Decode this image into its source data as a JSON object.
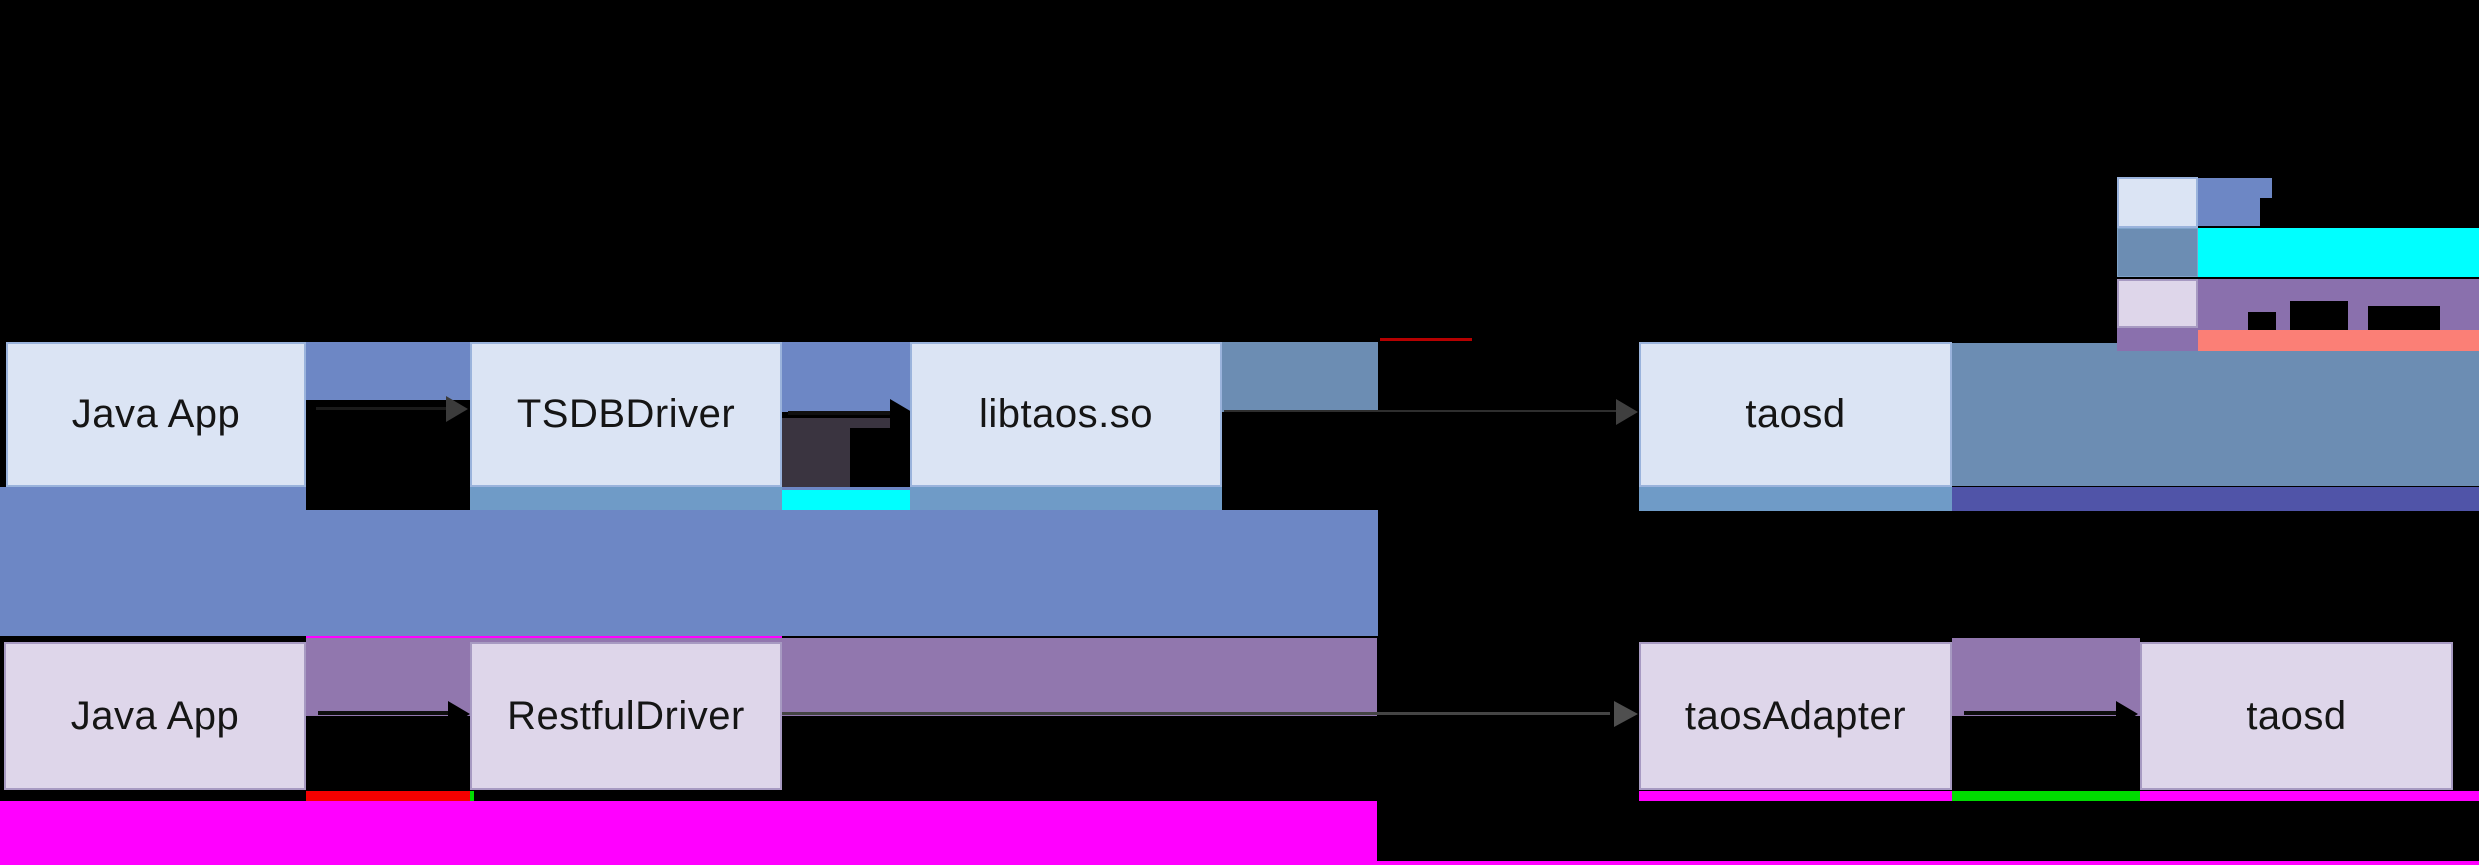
{
  "diagram": {
    "jni_flow": {
      "nodes": [
        {
          "label": "Java App"
        },
        {
          "label": "TSDBDriver"
        },
        {
          "label": "libtaos.so"
        },
        {
          "label": "taosd"
        }
      ]
    },
    "restful_flow": {
      "nodes": [
        {
          "label": "Java App"
        },
        {
          "label": "RestfulDriver"
        },
        {
          "label": "taosAdapter"
        },
        {
          "label": "taosd"
        }
      ]
    }
  },
  "legend": {
    "swatches": [
      {
        "name": "light-blue-node-swatch"
      },
      {
        "name": "steel-blue-band-swatch"
      },
      {
        "name": "lavender-node-swatch"
      }
    ]
  },
  "colors": {
    "node-light": "#dbe4f4",
    "node-light-border": "#9ab3dc",
    "node-lavender": "#ded6ea",
    "node-lavender-border": "#a79ac2",
    "band-blue": "#6d87c5",
    "band-steel": "#6c8db3",
    "stripe-blue": "#6f9bc7",
    "stripe-indigo": "#5054a8",
    "band-mauve": "#9177ae",
    "band-purple": "#8a70ad",
    "band-salmon": "#fb7f76",
    "band-cyan": "#00ffff",
    "band-magenta": "#ff00ff",
    "stripe-red": "#f60000",
    "stripe-green": "#00dd00",
    "charcoal": "#3a3440",
    "red-line": "#b50000"
  }
}
